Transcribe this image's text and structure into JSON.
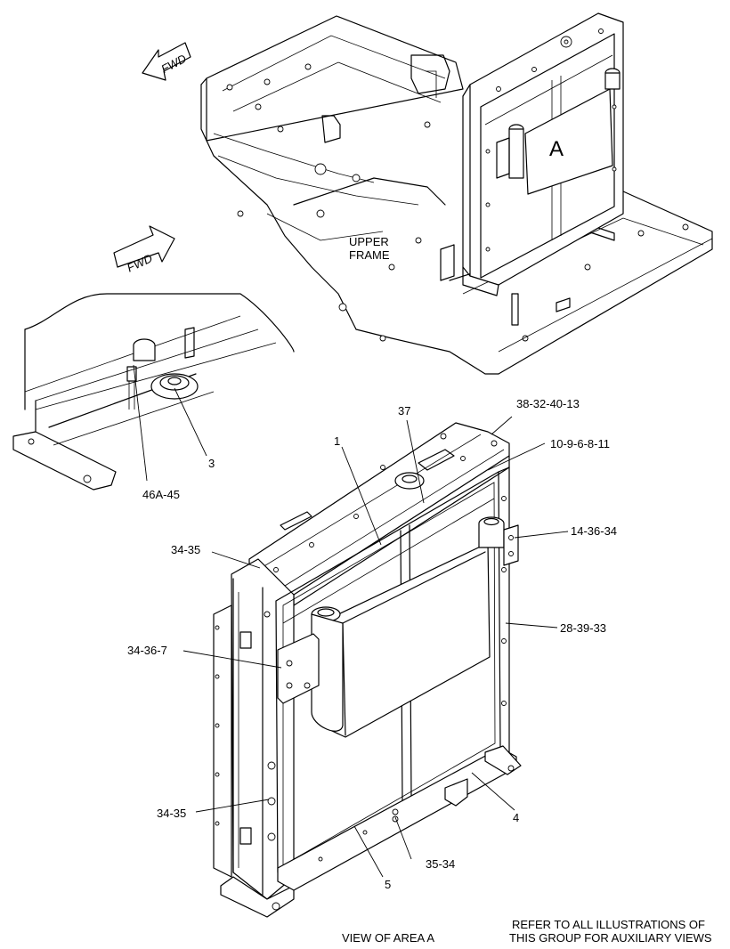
{
  "diagram": {
    "overview": {
      "fwd_arrow_top": "FWD",
      "fwd_arrow_mid": "FWD",
      "upper_frame_line1": "UPPER",
      "upper_frame_line2": "FRAME",
      "area_label": "A"
    },
    "callouts": [
      {
        "id": "c-38-32-40-13",
        "text": "38-32-40-13"
      },
      {
        "id": "c-37",
        "text": "37"
      },
      {
        "id": "c-1",
        "text": "1"
      },
      {
        "id": "c-10-9-6-8-11",
        "text": "10-9-6-8-11"
      },
      {
        "id": "c-14-36-34",
        "text": "14-36-34"
      },
      {
        "id": "c-34-35-top",
        "text": "34-35"
      },
      {
        "id": "c-28-39-33",
        "text": "28-39-33"
      },
      {
        "id": "c-34-36-7",
        "text": "34-36-7"
      },
      {
        "id": "c-34-35-bottom",
        "text": "34-35"
      },
      {
        "id": "c-4",
        "text": "4"
      },
      {
        "id": "c-35-34",
        "text": "35-34"
      },
      {
        "id": "c-5",
        "text": "5"
      },
      {
        "id": "c-3",
        "text": "3"
      },
      {
        "id": "c-46A-45",
        "text": "46A-45"
      }
    ],
    "footer": {
      "view_label": "VIEW OF AREA  A",
      "refer_line1": "REFER TO ALL ILLUSTRATIONS OF",
      "refer_line2": "THIS GROUP FOR AUXILIARY VIEWS"
    }
  }
}
